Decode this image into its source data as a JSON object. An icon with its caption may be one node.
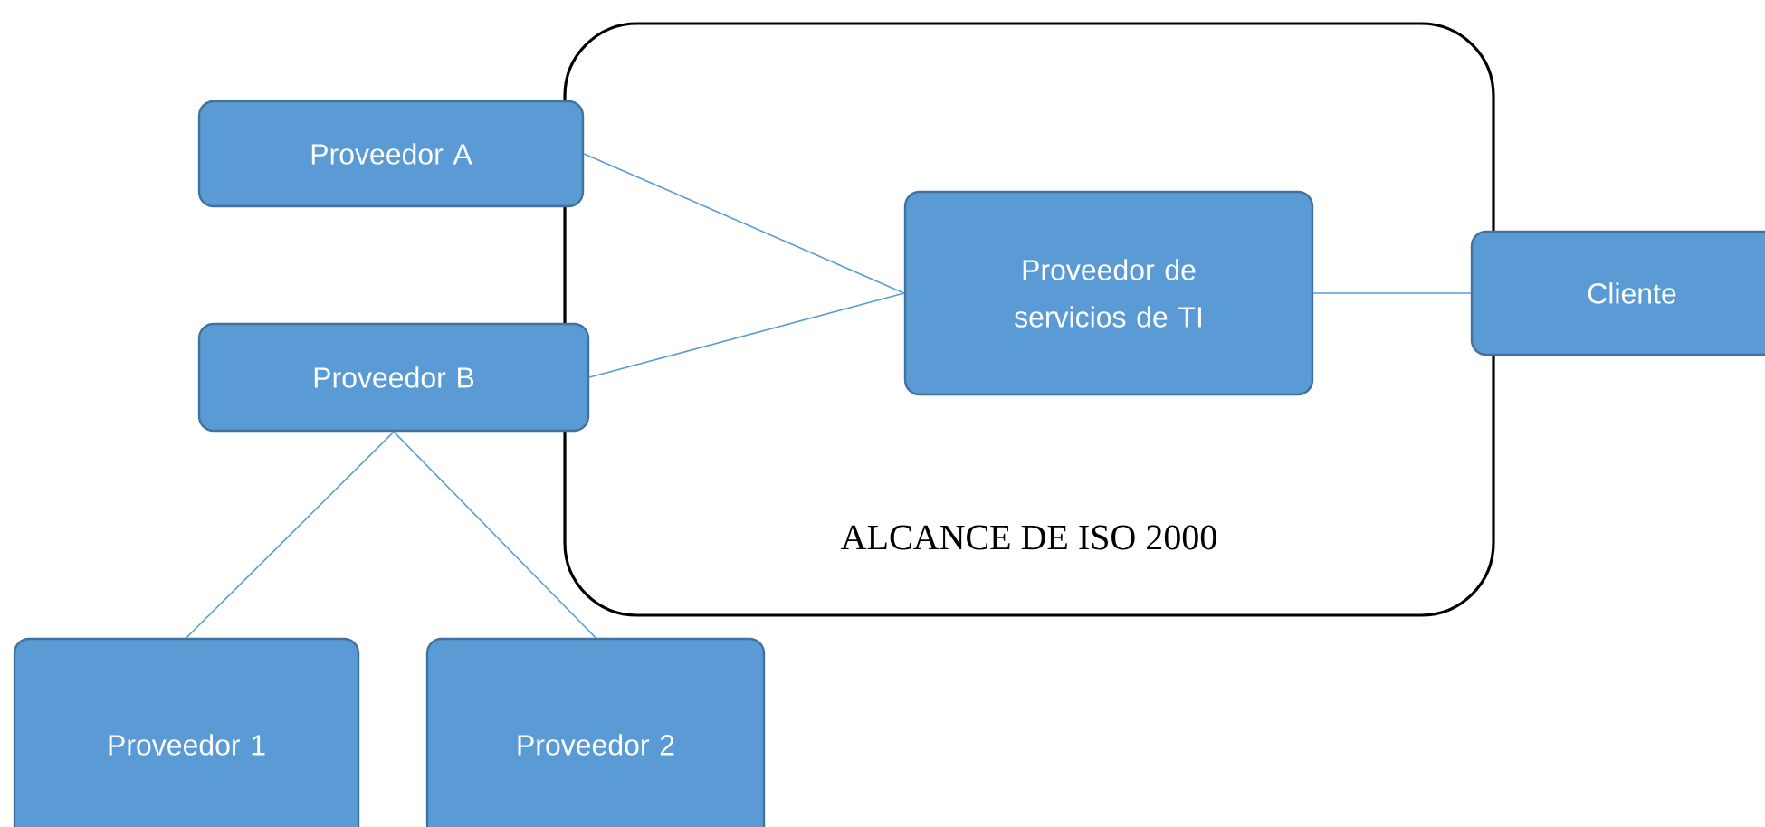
{
  "diagram": {
    "nodes": [
      {
        "text": [
          "ALCANCE DE ISO 2000"
        ]
      },
      {
        "text": [
          "Proveedor A"
        ]
      },
      {
        "text": [
          "Proveedor B"
        ]
      },
      {
        "text": [
          "Proveedor de servicios de TI"
        ],
        "in": 0
      },
      {
        "text": [
          "Cliente"
        ]
      },
      {
        "text": [
          "Proveedor 1"
        ]
      },
      {
        "text": [
          "Proveedor 2"
        ]
      }
    ],
    "edges": [
      {
        "from": 1,
        "to": 3,
        "arrow": "none"
      },
      {
        "from": 2,
        "to": 3,
        "arrow": "none"
      },
      {
        "from": 3,
        "to": 4,
        "arrow": "none"
      },
      {
        "from": 2,
        "to": 5,
        "arrow": "none"
      },
      {
        "from": 2,
        "to": 6,
        "arrow": "none"
      }
    ]
  }
}
